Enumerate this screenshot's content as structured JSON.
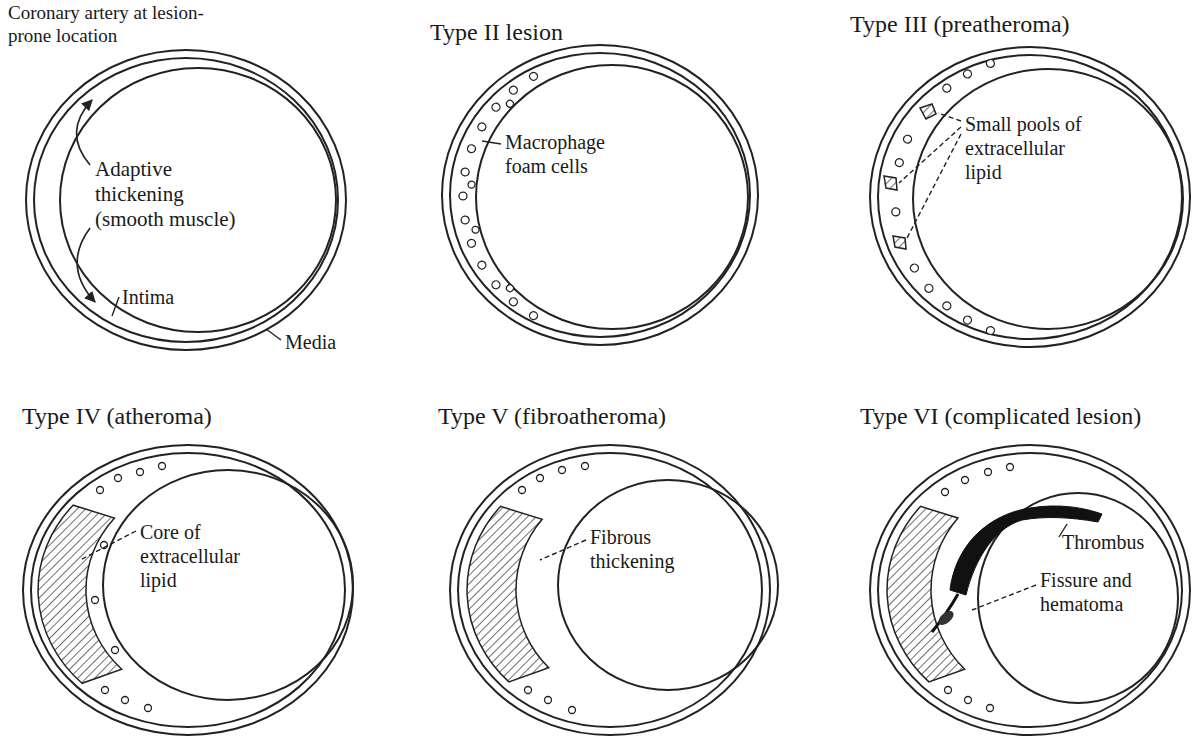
{
  "diagram": {
    "labels": [
      "Coronary artery at lesion-prone location",
      "Adaptive thickening (smooth muscle)",
      "Intima",
      "Media",
      "Type II lesion",
      "Macrophage foam cells",
      "Type III (preatheroma)",
      "Small pools of extracellular lipid",
      "Type IV (atheroma)",
      "Core of extracellular lipid",
      "Type V (fibroatheroma)",
      "Fibrous thickening",
      "Type VI (complicated lesion)",
      "Thrombus",
      "Fissure and hematoma"
    ]
  }
}
